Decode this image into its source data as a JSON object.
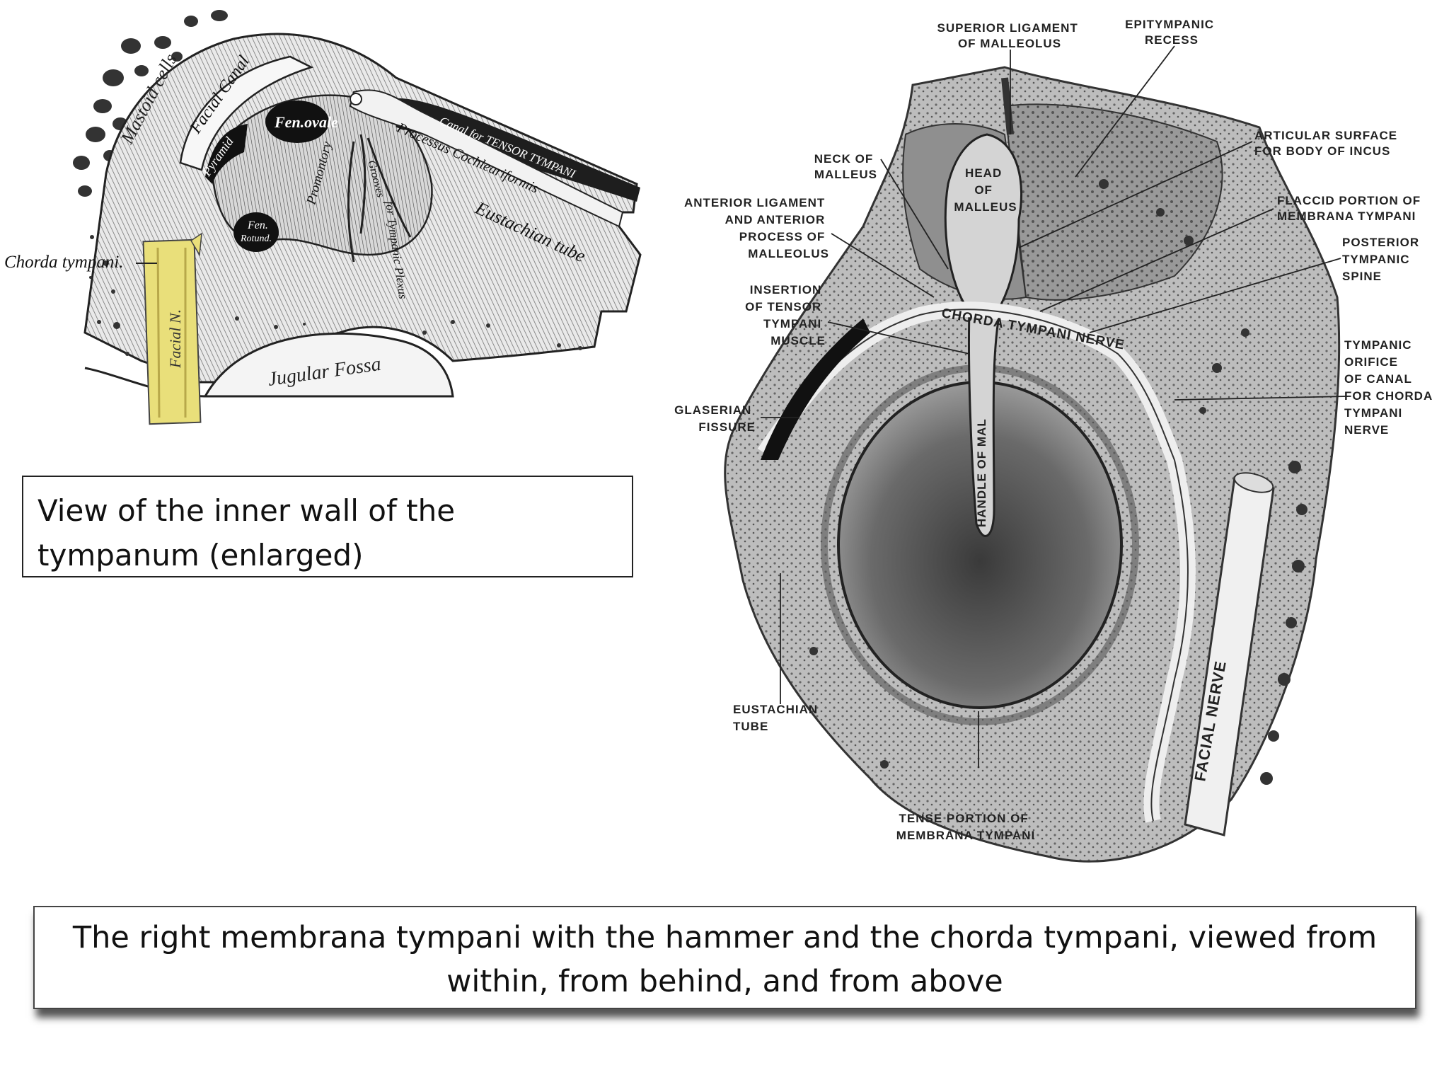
{
  "figure1": {
    "labels": {
      "mastoid_cells": "Mastoid cells",
      "facial_canal": "Facial Canal",
      "fen_ovale": "Fen.ovale",
      "pyramid": "Pyramid",
      "promontory": "Promontory",
      "canal_tensor": "Canal for TENSOR TYMPANI",
      "processus": "Processus Cochleariformis",
      "eustachian": "Eustachian tube",
      "fen_rotund_1": "Fen.",
      "fen_rotund_2": "Rotund.",
      "grooves": "Grooves",
      "tympanic_plexus": "for Tympanic Plexus",
      "chorda": "Chorda tympani.",
      "facial_n": "Facial N.",
      "jugular": "Jugular Fossa"
    }
  },
  "figure2": {
    "labels": {
      "sup_lig": [
        "SUPERIOR LIGAMENT",
        "OF MALLEOLUS"
      ],
      "epitympanic": [
        "EPITYMPANIC",
        "RECESS"
      ],
      "articular": [
        "ARTICULAR SURFACE",
        "FOR BODY OF INCUS"
      ],
      "neck": [
        "NECK OF",
        "MALLEUS"
      ],
      "head": [
        "HEAD",
        "OF",
        "MALLEUS"
      ],
      "flaccid": [
        "FLACCID PORTION OF",
        "MEMBRANA TYMPANI"
      ],
      "anterior_lig": [
        "ANTERIOR LIGAMENT",
        "AND ANTERIOR",
        "PROCESS OF",
        "MALLEOLUS"
      ],
      "posterior_spine": [
        "POSTERIOR",
        "TYMPANIC",
        "SPINE"
      ],
      "insertion": [
        "INSERTION",
        "OF TENSOR",
        "TYMPANI",
        "MUSCLE"
      ],
      "chorda_nerve": "CHORDA TYMPANI NERVE",
      "tympanic_orifice": [
        "TYMPANIC",
        "ORIFICE",
        "OF CANAL",
        "FOR CHORDA",
        "TYMPANI",
        "NERVE"
      ],
      "glaserian": [
        "GLASERIAN",
        "FISSURE"
      ],
      "handle": "HANDLE OF MAL",
      "facial_nerve": "FACIAL NERVE",
      "eustachian": [
        "EUSTACHIAN",
        "TUBE"
      ],
      "tense": [
        "TENSE PORTION OF",
        "MEMBRANA TYMPANI"
      ]
    }
  },
  "captions": {
    "left": "View of the inner wall of the tympanum (enlarged)",
    "bottom": "The right membrana tympani with the hammer and the chorda tympani, viewed from within, from behind, and from above"
  }
}
